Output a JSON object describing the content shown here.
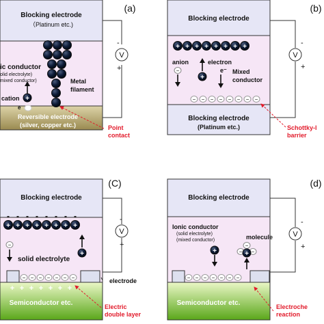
{
  "panels": {
    "a": {
      "letter": "(a)",
      "top_electrode": "Blocking electrode",
      "top_electrode_sub": "（Platinum etc.)",
      "voltmeter": "V",
      "minus": "-",
      "plus": "+",
      "ionic_conductor": "ic conductor",
      "ionic_sub1": "olid electrolyte)",
      "ionic_sub2": "mixed conductor)",
      "metal_filament_1": "Metal",
      "metal_filament_2": "filament",
      "cation": "cation",
      "cation_sign": "+",
      "electron_symbol": "e",
      "bottom_electrode": "Reversible electrode",
      "bottom_electrode_sub": "(silver, copper etc.)",
      "callout_1": "Point",
      "callout_2": "contact"
    },
    "b": {
      "letter": "(b)",
      "top_electrode": "Blocking electrode",
      "voltmeter": "V",
      "minus": "-",
      "plus": "+",
      "anion": "anion",
      "electron": "electron",
      "electron_symbol": "e⁻",
      "mixed_1": "Mixed",
      "mixed_2": "conductor",
      "bottom_electrode": "Blocking electrode",
      "bottom_electrode_sub": "(Platinum etc.)",
      "callout_1": "Schottky-l",
      "callout_2": "barrier",
      "positive_sign": "+",
      "negative_sign": "−"
    },
    "c": {
      "letter": "(C)",
      "top_electrode": "Blocking electrode",
      "voltmeter": "V",
      "minus": "-",
      "plus": "+",
      "solid_electrolyte": "solid electrolyte",
      "electrode": "electrode",
      "bottom": "Semiconductor etc.",
      "callout_1": "Electric",
      "callout_2": "double layer",
      "positive_sign": "+",
      "negative_sign": "−"
    },
    "d": {
      "letter": "(d)",
      "top_electrode": "Blocking electrode",
      "voltmeter": "V",
      "minus": "-",
      "plus": "+",
      "ionic_conductor": "Ionic conductor",
      "ionic_sub1": "(solid electrolyte)",
      "ionic_sub2": "(mixed conductor)",
      "molecule": "molecule",
      "bottom": "Semiconductor etc.",
      "callout_1": "Electroche",
      "callout_2": "reaction",
      "positive_sign": "+",
      "negative_sign": "−"
    }
  },
  "colors": {
    "blocking_electrode_bg": "#e6e6f6",
    "conductor_bg": "#f6e6f6",
    "reversible_electrode": "#b0a060",
    "semiconductor": "#7ed321",
    "accent_red": "#e21b2b",
    "ion_fill": "#0a1a33"
  }
}
